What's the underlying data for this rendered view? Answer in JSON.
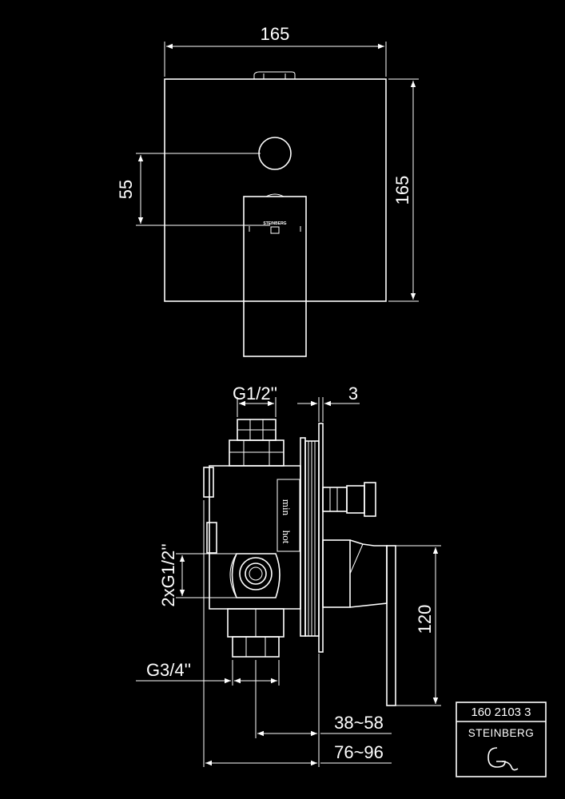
{
  "top_view": {
    "dim_width": "165",
    "dim_height": "165",
    "dim_offset": "55",
    "handle_brand": "STEINBERG"
  },
  "side_view": {
    "dim_inlet_top": "G1/2''",
    "dim_plate": "3",
    "dim_side_inlets": "2xG1/2''",
    "dim_outlet": "G3/4''",
    "dim_handle": "120",
    "dim_depth_short": "38~58",
    "dim_depth_long": "76~96",
    "label_min": "min",
    "label_hot": "hot"
  },
  "title_block": {
    "article_number": "160 2103 3",
    "brand": "STEINBERG"
  }
}
